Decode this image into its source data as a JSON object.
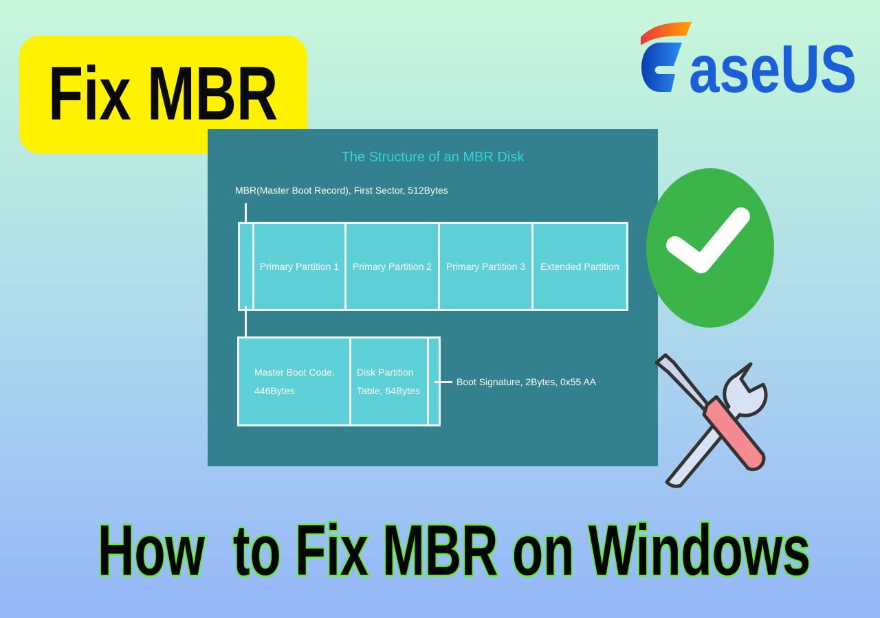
{
  "badge": {
    "text": "Fix MBR",
    "color": "#fff200"
  },
  "logo": {
    "text": "EaseUS",
    "color": "#1a5fd8"
  },
  "diagram": {
    "title": "The Structure of an MBR Disk",
    "mbr_label": "MBR(Master Boot Record), First Sector, 512Bytes",
    "partitions": [
      "Primary Partition 1",
      "Primary Partition 2",
      "Primary Partition 3",
      "Extended Partition"
    ],
    "mbr_parts": [
      "Master Boot Code, 446Bytes",
      "Disk Partition Table, 64Bytes"
    ],
    "boot_signature": "Boot Signature, 2Bytes, 0x55 AA",
    "panel_color": "#33808f",
    "cell_color": "#5dcfd6"
  },
  "icons": [
    "checkmark-icon",
    "tools-icon"
  ],
  "headline": "How  to Fix MBR on Windows"
}
